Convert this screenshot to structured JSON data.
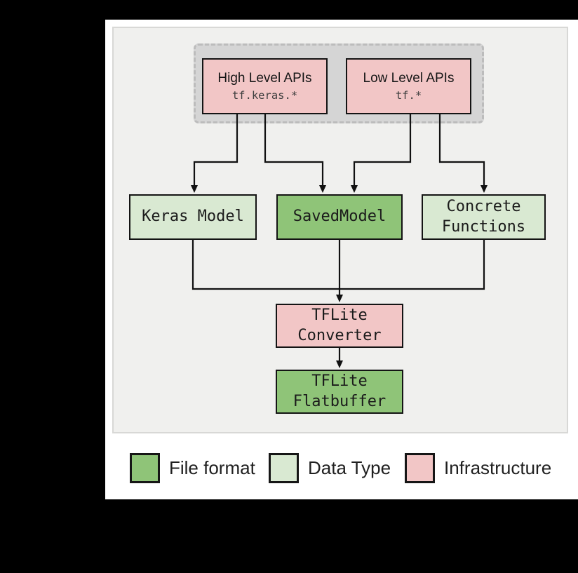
{
  "window": {
    "background": "#000000",
    "panel_background": "#ffffff",
    "diagram_background": "#f0f0ee"
  },
  "diagram": {
    "nodes": {
      "high": {
        "title": "High Level APIs",
        "code": "tf.keras.*",
        "category": "infrastructure"
      },
      "low": {
        "title": "Low Level APIs",
        "code": "tf.*",
        "category": "infrastructure"
      },
      "keras": {
        "label": "Keras Model",
        "category": "data-type"
      },
      "saved": {
        "label": "SavedModel",
        "category": "file-format"
      },
      "concrete": {
        "label": "Concrete Functions",
        "category": "data-type"
      },
      "converter": {
        "label": "TFLite Converter",
        "category": "infrastructure"
      },
      "flatbuffer": {
        "label": "TFLite Flatbuffer",
        "category": "file-format"
      }
    },
    "edges": [
      {
        "from": "high",
        "to": "keras"
      },
      {
        "from": "high",
        "to": "saved"
      },
      {
        "from": "low",
        "to": "saved"
      },
      {
        "from": "low",
        "to": "concrete"
      },
      {
        "from": "keras",
        "to": "converter"
      },
      {
        "from": "saved",
        "to": "converter"
      },
      {
        "from": "concrete",
        "to": "converter"
      },
      {
        "from": "converter",
        "to": "flatbuffer"
      }
    ]
  },
  "legend": {
    "items": [
      {
        "label": "File format",
        "color": "#8fc478"
      },
      {
        "label": "Data Type",
        "color": "#d9e9d2"
      },
      {
        "label": "Infrastructure",
        "color": "#f2c6c6"
      }
    ]
  },
  "colors": {
    "file_format": "#8fc478",
    "data_type": "#d9e9d2",
    "infrastructure": "#f2c6c6",
    "api_group_fill": "#d5d5d5",
    "api_group_border": "#bcbcbc",
    "connector": "#111111"
  }
}
